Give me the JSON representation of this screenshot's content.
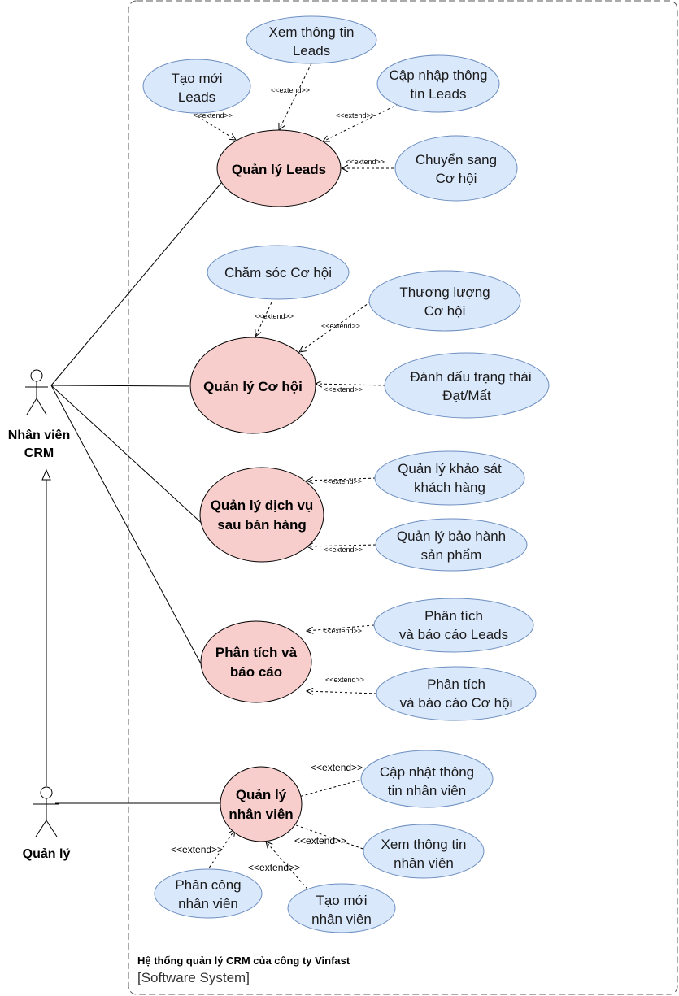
{
  "system": {
    "title": "Hệ thống quản lý CRM của công ty Vinfast",
    "subtitle": "[Software System]"
  },
  "actors": {
    "staff": [
      "Nhân viên",
      "CRM"
    ],
    "manager": [
      "Quản lý"
    ]
  },
  "use_cases": {
    "leads": [
      "Quản lý Leads"
    ],
    "opportunity": [
      "Quản lý Cơ hội"
    ],
    "after_sales": [
      "Quản lý dịch vụ",
      "sau bán hàng"
    ],
    "analytics": [
      "Phân tích và",
      "báo cáo"
    ],
    "staff_mgmt": [
      "Quản lý",
      "nhân viên"
    ],
    "create_lead": [
      "Tạo mới",
      "Leads"
    ],
    "view_lead": [
      "Xem thông tin",
      "Leads"
    ],
    "update_lead": [
      "Cập nhập thông",
      "tin Leads"
    ],
    "convert_lead": [
      "Chuyển sang",
      "Cơ hội"
    ],
    "care_opp": [
      "Chăm sóc Cơ hội"
    ],
    "negotiate_opp": [
      "Thương lượng",
      "Cơ hội"
    ],
    "mark_opp": [
      "Đánh dấu trạng thái",
      "Đạt/Mất"
    ],
    "survey": [
      "Quản lý khảo sát",
      "khách hàng"
    ],
    "warranty": [
      "Quản lý bảo hành",
      "sản phẩm"
    ],
    "analyze_leads": [
      "Phân tích",
      "và báo cáo Leads"
    ],
    "analyze_opp": [
      "Phân tích",
      "và báo cáo Cơ hội"
    ],
    "update_staff": [
      "Cập nhật thông",
      "tin nhân viên"
    ],
    "view_staff": [
      "Xem thông tin",
      "nhân viên"
    ],
    "assign_staff": [
      "Phân công",
      "nhân viên"
    ],
    "create_staff": [
      "Tạo mới",
      "nhân viên"
    ]
  },
  "extend_label": "<<extend>>"
}
